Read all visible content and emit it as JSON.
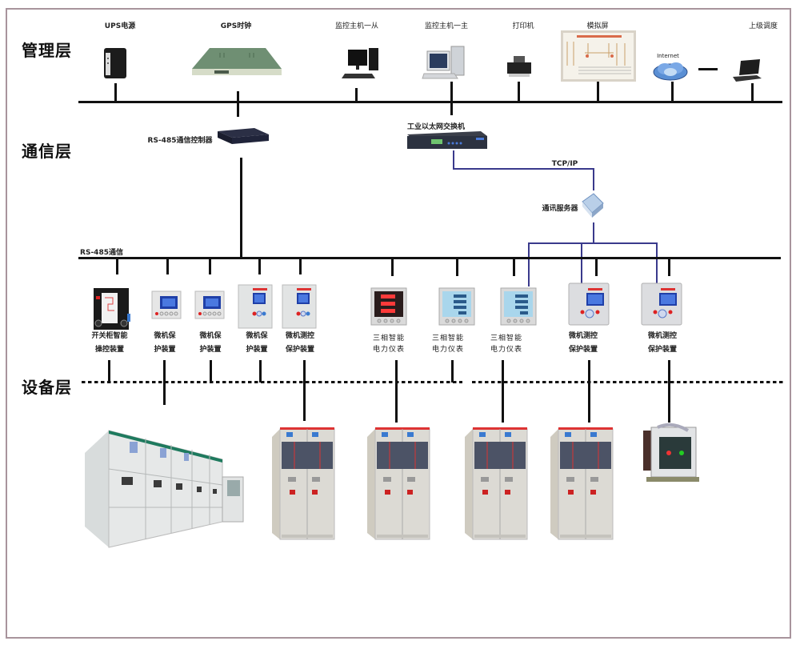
{
  "layers": {
    "management": "管理层",
    "communication": "通信层",
    "device": "设备层"
  },
  "management_devices": [
    {
      "label": "UPS电源",
      "icon": "ups-icon"
    },
    {
      "label": "GPS时钟",
      "icon": "rack-clock-icon"
    },
    {
      "label": "监控主机一从",
      "icon": "desktop-computer-icon"
    },
    {
      "label": "监控主机一主",
      "icon": "desktop-computer-icon"
    },
    {
      "label": "打印机",
      "icon": "printer-icon"
    },
    {
      "label": "模拟屏",
      "icon": "mimic-panel-icon"
    },
    {
      "label": "上级调度",
      "icon": "laptop-icon"
    }
  ],
  "internet_label": "Internet",
  "communication_devices": {
    "rs485_controller": "RS-485通信控制器",
    "ethernet_switch": "工业以太网交换机",
    "tcpip": "TCP/IP",
    "comm_server": "通讯服务器",
    "rs485_bus": "RS-485通信"
  },
  "field_devices": [
    {
      "line1": "开关柜智能",
      "line2": "操控装置",
      "style": "bold"
    },
    {
      "line1": "微机保",
      "line2": "护装置",
      "style": "bold"
    },
    {
      "line1": "微机保",
      "line2": "护装置",
      "style": "bold"
    },
    {
      "line1": "微机保",
      "line2": "护装置",
      "style": "bold"
    },
    {
      "line1": "微机测控",
      "line2": "保护装置",
      "style": "bold"
    },
    {
      "line1": "三相智能",
      "line2": "电力仪表",
      "style": "light"
    },
    {
      "line1": "三相智能",
      "line2": "电力仪表",
      "style": "light"
    },
    {
      "line1": "三相智能",
      "line2": "电力仪表",
      "style": "light"
    },
    {
      "line1": "微机测控",
      "line2": "保护装置",
      "style": "bold"
    },
    {
      "line1": "微机测控",
      "line2": "保护装置",
      "style": "bold"
    }
  ],
  "equipment": [
    {
      "name": "switchgear-lineup"
    },
    {
      "name": "ring-main-unit"
    },
    {
      "name": "ring-main-unit"
    },
    {
      "name": "ring-main-unit"
    },
    {
      "name": "ring-main-unit"
    },
    {
      "name": "vacuum-circuit-breaker"
    }
  ],
  "colors": {
    "frame": "#a8949c",
    "bus": "#111111",
    "ethernet": "#3a3a8c"
  }
}
